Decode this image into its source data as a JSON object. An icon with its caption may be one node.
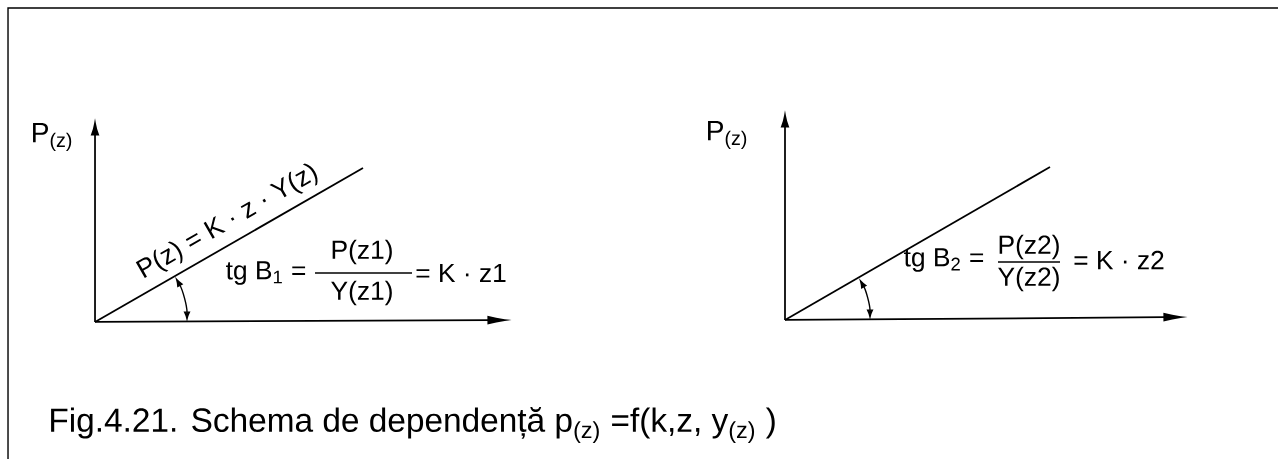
{
  "diagram": {
    "caption": "Fig.4.21. Schema de dependență p$_{(z)}$ =f(k,z, y$_{(z)}$ )",
    "labels": [
      "P$_{(z)}$",
      "P(z) = K · z · Y(z)",
      "tg B$_{1}$ =",
      "P(z1)",
      "Y(z1)",
      "= K · z1",
      "P$_{(z)}$",
      "tg B$_{2}$ =",
      "P(z2)",
      "Y(z2)",
      "= K · z2"
    ]
  }
}
